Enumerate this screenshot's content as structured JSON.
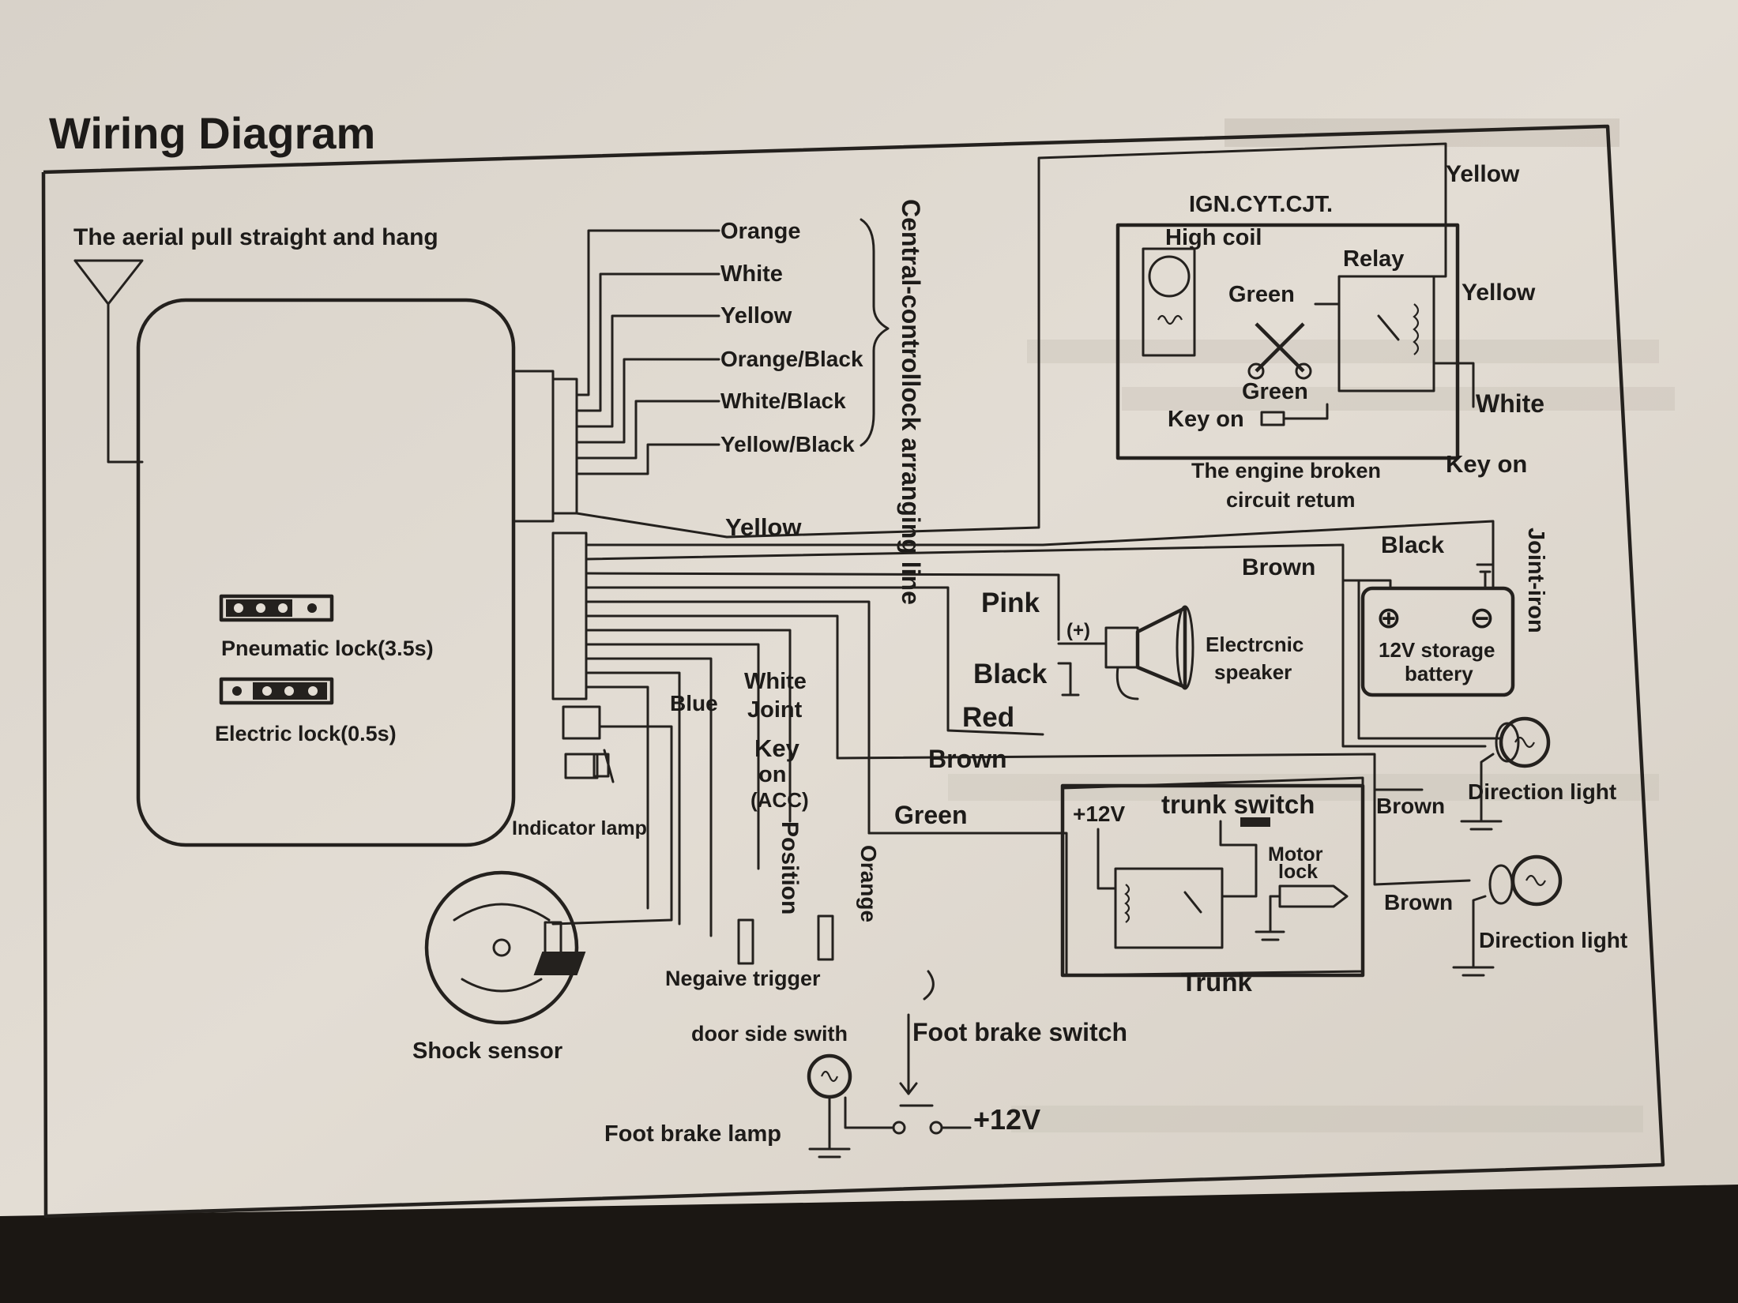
{
  "title": "Wiring Diagram",
  "aerial": "The aerial pull straight and hang",
  "lock_wires": [
    "Orange",
    "White",
    "Yellow",
    "Orange/Black",
    "White/Black",
    "Yellow/Black"
  ],
  "lock_group_label": "Central-controllock arranging line",
  "pneumatic_lock": "Pneumatic lock(3.5s)",
  "electric_lock": "Electric lock(0.5s)",
  "indicator_lamp": "Indicator lamp",
  "shock_sensor": "Shock sensor",
  "yellow_main": "Yellow",
  "ignition": {
    "title": "IGN.CYT.CJT.",
    "high_coil": "High coil",
    "relay": "Relay",
    "green_top": "Green",
    "green_bottom": "Green",
    "key_on_inner": "Key on",
    "yellow_top": "Yellow",
    "yellow_mid": "Yellow",
    "white": "White",
    "key_on_outer": "Key on",
    "engine_broken_1": "The engine broken",
    "engine_broken_2": "circuit retum"
  },
  "speaker": {
    "pink": "Pink",
    "plus": "(+)",
    "black": "Black",
    "red": "Red",
    "label_1": "Electrcnic",
    "label_2": "speaker"
  },
  "battery": {
    "brown": "Brown",
    "black": "Black",
    "joint_iron": "Joint-iron",
    "plus": "⊕",
    "minus": "⊖",
    "label_1": "12V storage",
    "label_2": "battery"
  },
  "direction": {
    "brown_1": "Brown",
    "light_1": "Direction light",
    "brown_2": "Brown",
    "light_2": "Direction light"
  },
  "trunk": {
    "brown": "Brown",
    "green": "Green",
    "plus12": "+12V",
    "switch": "trunk switch",
    "motor_1": "Motor",
    "motor_2": "lock",
    "trunk": "Trunk"
  },
  "lower": {
    "blue": "Blue",
    "white": "White",
    "joint": "Joint",
    "key": "Key",
    "on": "on",
    "acc": "(ACC)",
    "position": "Position",
    "orange": "Orange",
    "negative_trigger": "Negaive trigger",
    "door_side": "door side swith",
    "foot_brake_switch": "Foot brake switch",
    "foot_brake_lamp": "Foot brake lamp",
    "plus12": "+12V"
  }
}
